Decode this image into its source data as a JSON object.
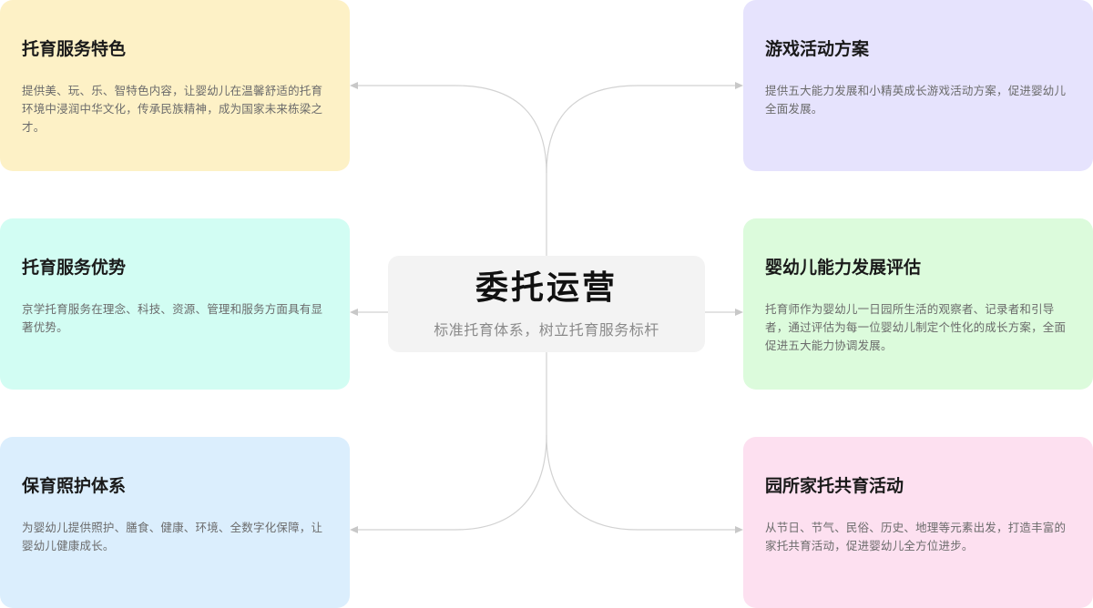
{
  "center": {
    "title": "委托运营",
    "subtitle": "标准托育体系，树立托育服务标杆"
  },
  "cards": {
    "left_top": {
      "title": "托育服务特色",
      "description": "提供美、玩、乐、智特色内容，让婴幼儿在温馨舒适的托育环境中浸润中华文化，传承民族精神，成为国家未来栋梁之才。",
      "color": "#fdf1c6"
    },
    "left_middle": {
      "title": "托育服务优势",
      "description": "京学托育服务在理念、科技、资源、管理和服务方面具有显著优势。",
      "color": "#d2fdf3"
    },
    "left_bottom": {
      "title": "保育照护体系",
      "description": "为婴幼儿提供照护、膳食、健康、环境、全数字化保障，让婴幼儿健康成长。",
      "color": "#dbeefd"
    },
    "right_top": {
      "title": "游戏活动方案",
      "description": "提供五大能力发展和小精英成长游戏活动方案，促进婴幼儿全面发展。",
      "color": "#e6e3fd"
    },
    "right_middle": {
      "title": "婴幼儿能力发展评估",
      "description": "托育师作为婴幼儿一日园所生活的观察者、记录者和引导者，通过评估为每一位婴幼儿制定个性化的成长方案，全面促进五大能力协调发展。",
      "color": "#dcfbdc"
    },
    "right_bottom": {
      "title": "园所家托共育活动",
      "description": "从节日、节气、民俗、历史、地理等元素出发，打造丰富的家托共育活动，促进婴幼儿全方位进步。",
      "color": "#fde0f0"
    }
  },
  "colors": {
    "connector": "#d2d2d2",
    "center_bg": "#f3f3f3"
  }
}
